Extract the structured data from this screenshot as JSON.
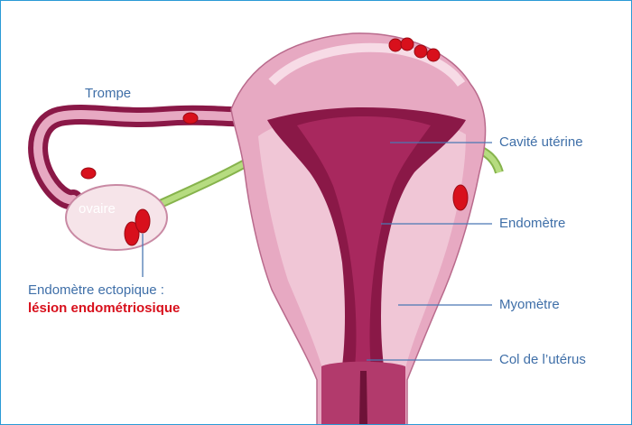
{
  "labels": {
    "trompe": "Trompe",
    "ovaire": "ovaire",
    "cavite": "Cavité utérine",
    "endometre": "Endomètre",
    "myometre": "Myomètre",
    "col": "Col de l’utérus",
    "ectopique": "Endomètre ectopique :",
    "lesion": "lésion endométriosique"
  },
  "colors": {
    "frame_border": "#2a9ad6",
    "label_text": "#3f6fa8",
    "leader_line": "#4a78b4",
    "lesion_red": "#d8101c",
    "uterus_outer": "#e7a9c2",
    "uterus_wall": "#f0c6d6",
    "cavity_dark": "#8a1847",
    "ligament_green": "#a8cf6e",
    "ovary_fill": "#f6e4e9"
  }
}
